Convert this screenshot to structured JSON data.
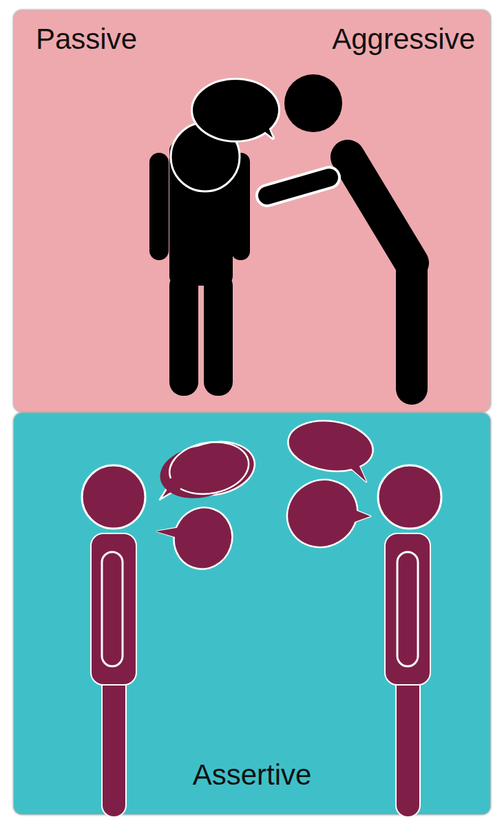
{
  "diagram": {
    "nodes": [
      {
        "text": [
          "Passive",
          "Aggressive"
        ]
      },
      {
        "text": [
          "Assertive"
        ]
      }
    ]
  }
}
